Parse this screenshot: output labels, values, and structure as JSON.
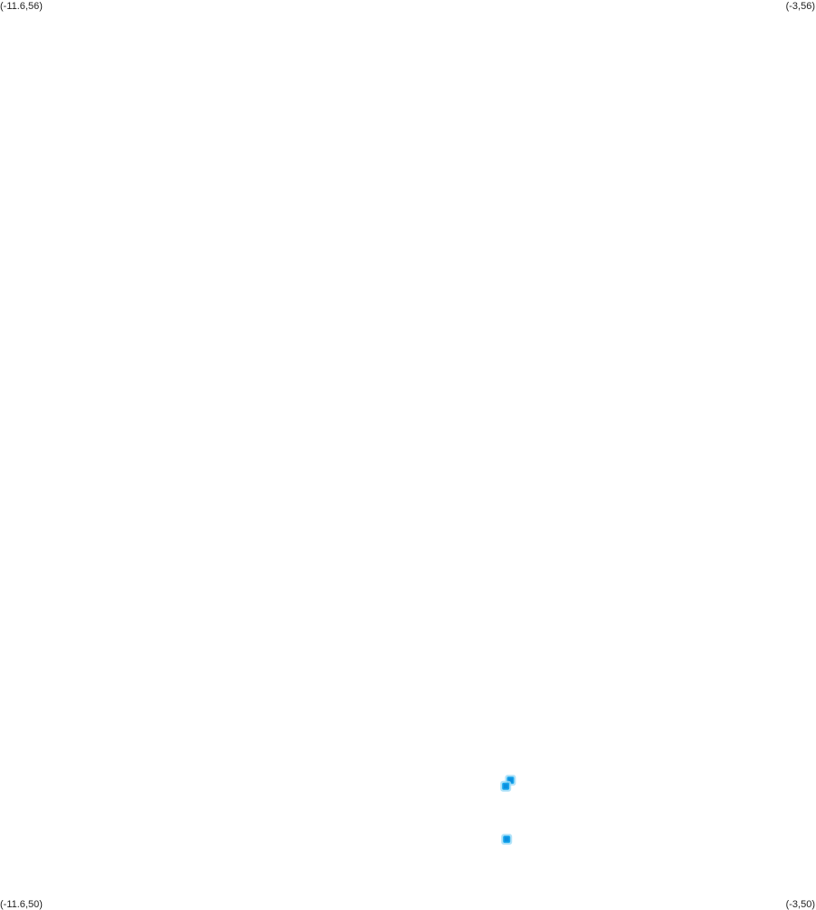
{
  "corners": {
    "top_left": "(-11.6,56)",
    "top_right": "(-3,56)",
    "bottom_left": "(-11.6,50)",
    "bottom_right": "(-3,50)"
  },
  "extent": {
    "lon_min": -11.6,
    "lon_max": -3,
    "lat_min": 50,
    "lat_max": 56
  },
  "colors": {
    "background": "#ffffff",
    "point_halo": "#9fdcf7",
    "point_fill": "#1aa7ec",
    "point_core": "#0a8fe0"
  },
  "points": [
    {
      "lon": -6.22,
      "lat": 50.84
    },
    {
      "lon": -6.27,
      "lat": 50.8
    },
    {
      "lon": -6.26,
      "lat": 50.45
    }
  ]
}
